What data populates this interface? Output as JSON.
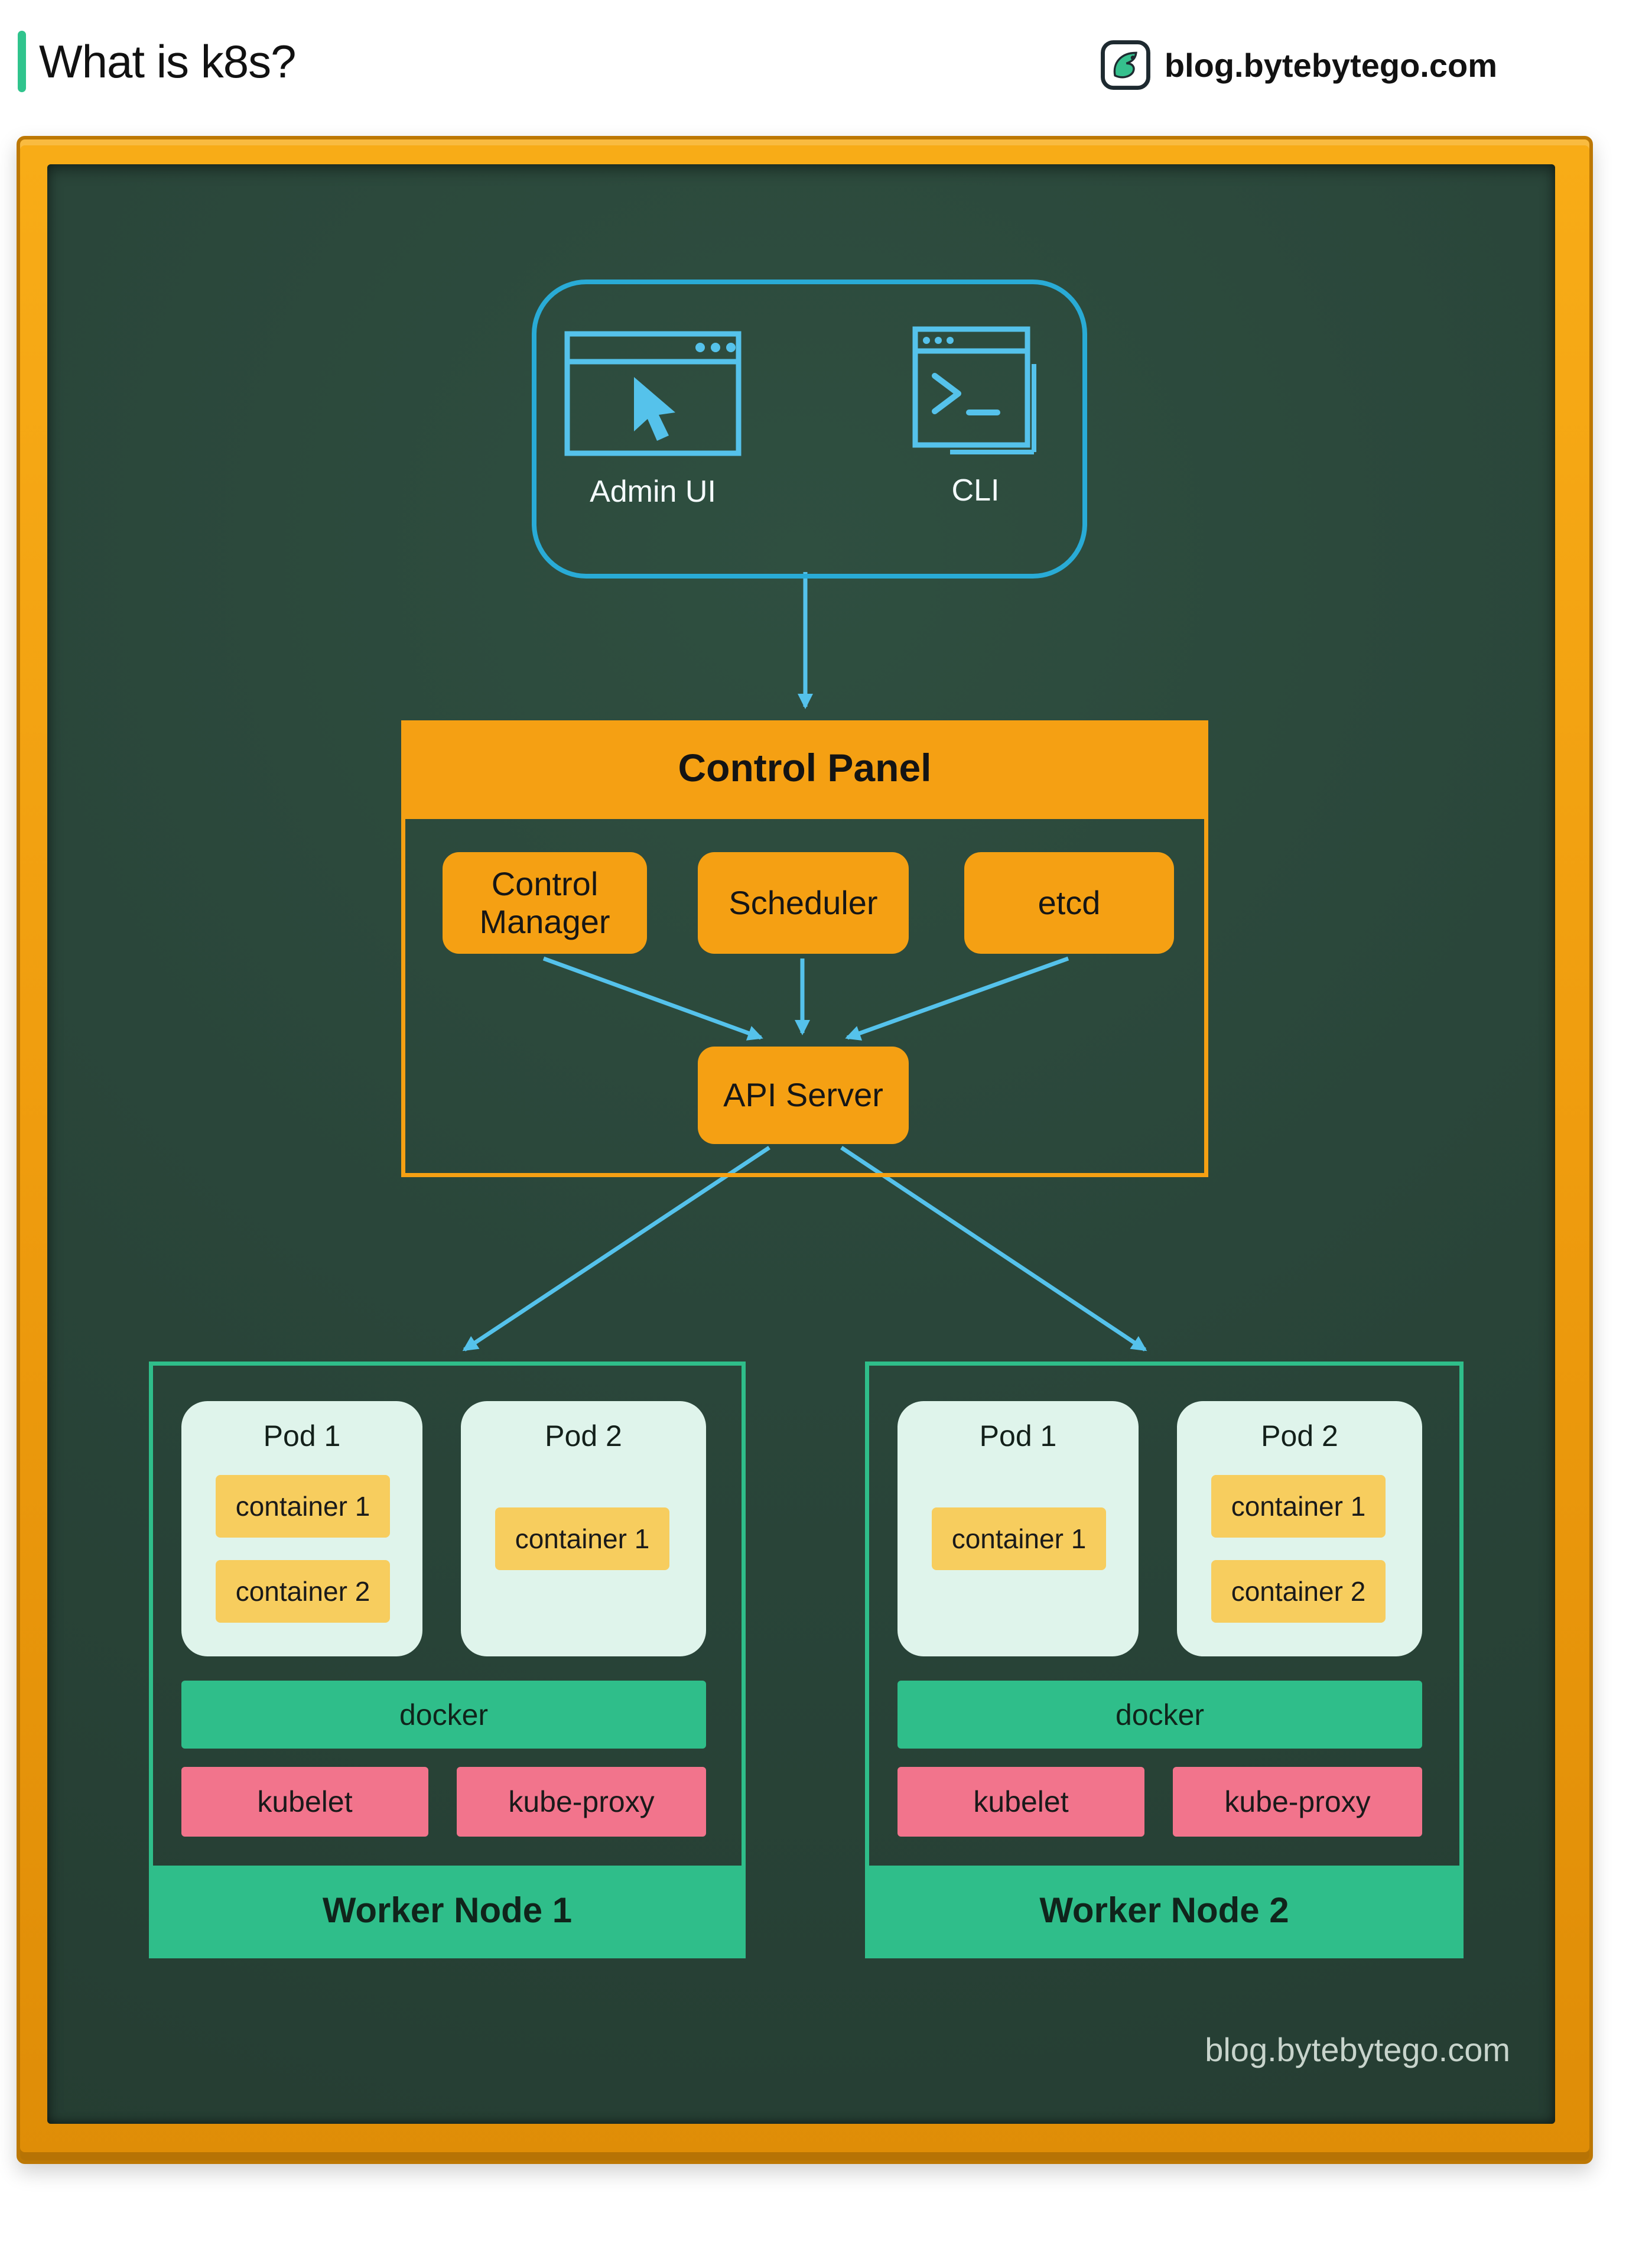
{
  "header": {
    "title": "What is k8s?",
    "site": "blog.bytebytego.com",
    "logo_icon": "bytebytego-bird-logo"
  },
  "client": {
    "admin_ui_label": "Admin UI",
    "cli_label": "CLI",
    "admin_ui_icon": "browser-window-cursor-icon",
    "cli_icon": "terminal-window-icon"
  },
  "control_panel": {
    "title": "Control Panel",
    "control_manager_label": "Control Manager",
    "scheduler_label": "Scheduler",
    "etcd_label": "etcd",
    "api_server_label": "API Server"
  },
  "worker_nodes": [
    {
      "name": "Worker Node 1",
      "pods": [
        {
          "name": "Pod 1",
          "containers": [
            "container 1",
            "container 2"
          ]
        },
        {
          "name": "Pod 2",
          "containers": [
            "container 1"
          ]
        }
      ],
      "docker_label": "docker",
      "kubelet_label": "kubelet",
      "kube_proxy_label": "kube-proxy"
    },
    {
      "name": "Worker Node 2",
      "pods": [
        {
          "name": "Pod 1",
          "containers": [
            "container 1"
          ]
        },
        {
          "name": "Pod 2",
          "containers": [
            "container 1",
            "container 2"
          ]
        }
      ],
      "docker_label": "docker",
      "kubelet_label": "kubelet",
      "kube_proxy_label": "kube-proxy"
    }
  ],
  "watermark": "blog.bytebytego.com",
  "colors": {
    "frame_orange": "#EF9C0E",
    "board_green": "#2A463A",
    "accent_orange": "#F5A013",
    "arrow_cyan": "#55C2EB",
    "client_border_cyan": "#29ABD6",
    "node_green": "#2FBE8A",
    "pod_mint": "#DFF4EB",
    "container_yellow": "#F7CD5E",
    "pink": "#F2748C",
    "title_accent_teal": "#30C48D"
  }
}
